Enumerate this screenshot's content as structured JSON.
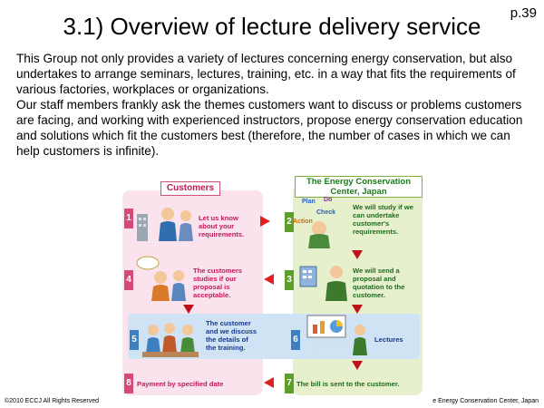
{
  "page_number": "p.39",
  "title": "3.1) Overview of lecture delivery service",
  "intro": {
    "paragraph1": "This Group not only provides a variety of lectures concerning energy conservation, but also undertakes to arrange seminars, lectures, training, etc. in a way that fits the requirements of various factories, workplaces or organizations.",
    "paragraph2": "Our staff members frankly ask the themes customers want to discuss or problems customers are facing, and working with experienced instructors, propose energy conservation education and solutions which fit the customers best (therefore, the number of cases in which we can help customers is infinite)."
  },
  "flow": {
    "customers_label": "Customers",
    "center_label": "The Energy Conservation Center, Japan",
    "bubbles": [
      "Plan",
      "Do",
      "Check",
      "Action"
    ],
    "steps": [
      {
        "num": "1",
        "text": "Let us know about your requirements."
      },
      {
        "num": "2",
        "text": "We will study if we can undertake customer's requirements."
      },
      {
        "num": "3",
        "text": "We will send a proposal and quotation to the customer."
      },
      {
        "num": "4",
        "text": "The customers studies if our proposal is acceptable."
      },
      {
        "num": "5",
        "text": "The customer and we discuss the details of the training."
      },
      {
        "num": "6",
        "text": "Lectures"
      },
      {
        "num": "7",
        "text": "The bill is sent to the customer."
      },
      {
        "num": "8",
        "text": "Payment by specified date"
      }
    ]
  },
  "footer": {
    "left": "©2010 ECCJ All Rights Reserved",
    "right": "e Energy Conservation Center, Japan"
  }
}
